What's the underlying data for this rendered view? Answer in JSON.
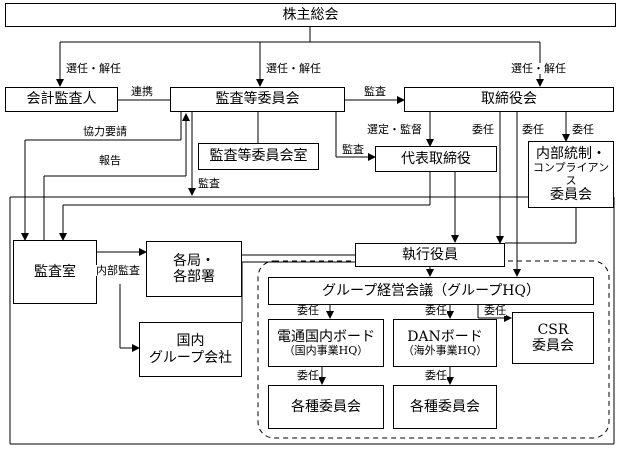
{
  "boxes": {
    "shareholders": "株主総会",
    "accounting_auditor": "会計監査人",
    "audit_committee": "監査等委員会",
    "board": "取締役会",
    "audit_committee_office": "監査等委員会室",
    "representative_director": "代表取締役",
    "internal_control_line1": "内部統制・",
    "internal_control_line2": "コンプライアンス",
    "internal_control_line3": "委員会",
    "audit_office": "監査室",
    "bureaus_line1": "各局・",
    "bureaus_line2": "各部署",
    "executive_officers": "執行役員",
    "group_management": "グループ経営会議（グループHQ）",
    "domestic_board": "電通国内ボード",
    "domestic_board_sub": "（国内事業HQ）",
    "dan_board": "DANボード",
    "dan_board_sub": "（海外事業HQ）",
    "csr_line1": "CSR",
    "csr_line2": "委員会",
    "domestic_group_line1": "国内",
    "domestic_group_line2": "グループ会社",
    "committees_left": "各種委員会",
    "committees_right": "各種委員会"
  },
  "labels": {
    "elect_dismiss_1": "選任・解任",
    "elect_dismiss_2": "選任・解任",
    "elect_dismiss_3": "選任・解任",
    "cooperation": "連携",
    "audit_top": "監査",
    "cooperation_request": "協力要請",
    "report": "報告",
    "appoint_supervise": "選定・監督",
    "audit_mid": "監査",
    "delegate_1": "委任",
    "delegate_2": "委任",
    "delegate_3": "委任",
    "audit_down": "監査",
    "internal_audit": "内部監査",
    "delegate_4": "委任",
    "delegate_5": "委任",
    "delegate_6": "委任",
    "delegate_7": "委任",
    "delegate_8": "委任"
  }
}
